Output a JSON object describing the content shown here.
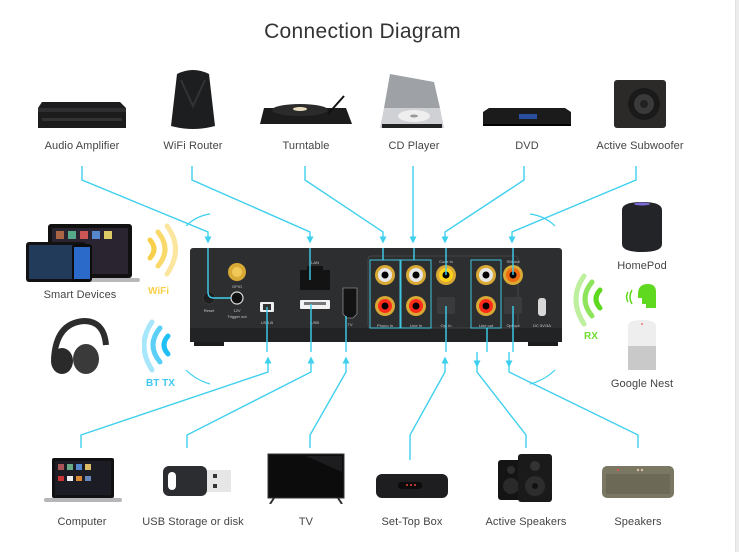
{
  "title": "Connection Diagram",
  "colors": {
    "wire": "#3fd0ee",
    "wifi": "#f8cf4a",
    "bluetooth": "#3fc8f2",
    "rx": "#6fdc2f",
    "hub_body": "#2d2e30",
    "label_text": "#444444"
  },
  "top_devices": [
    {
      "label": "Audio Amplifier",
      "icon": "amplifier-icon"
    },
    {
      "label": "WiFi Router",
      "icon": "router-icon"
    },
    {
      "label": "Turntable",
      "icon": "turntable-icon"
    },
    {
      "label": "CD Player",
      "icon": "cd-player-icon"
    },
    {
      "label": "DVD",
      "icon": "dvd-player-icon"
    },
    {
      "label": "Active Subwoofer",
      "icon": "subwoofer-icon"
    }
  ],
  "bottom_devices": [
    {
      "label": "Computer",
      "icon": "laptop-icon"
    },
    {
      "label": "USB Storage or disk",
      "icon": "usb-stick-icon"
    },
    {
      "label": "TV",
      "icon": "tv-icon"
    },
    {
      "label": "Set-Top Box",
      "icon": "set-top-box-icon"
    },
    {
      "label": "Active Speakers",
      "icon": "bookshelf-speakers-icon"
    },
    {
      "label": "Speakers",
      "icon": "portable-speaker-icon"
    }
  ],
  "left_devices": [
    {
      "label": "Smart Devices",
      "icon": "smart-devices-icon"
    },
    {
      "label": "",
      "icon": "headphones-icon"
    }
  ],
  "right_devices": [
    {
      "label": "HomePod",
      "icon": "homepod-icon"
    },
    {
      "label": "Google Nest",
      "icon": "google-nest-icon"
    }
  ],
  "wireless": {
    "wifi": "WiFi",
    "bt_tx": "BT TX",
    "rx": "RX"
  },
  "hub": {
    "ports": {
      "gpio": "GPIO",
      "reset": "Reset",
      "trigger": "12V",
      "trigger2": "Trigger out",
      "usb_b": "USB-B",
      "lan": "LAN",
      "usb": "USB",
      "tv": "TV",
      "phono_in": "Phono In",
      "line_in": "Line In",
      "coax_in": "Coax In",
      "opt_in": "Opt In",
      "line_out": "Line out",
      "sw_out": "SW out",
      "opt_out": "Opt out",
      "dc": "DC 5V/3A"
    }
  }
}
